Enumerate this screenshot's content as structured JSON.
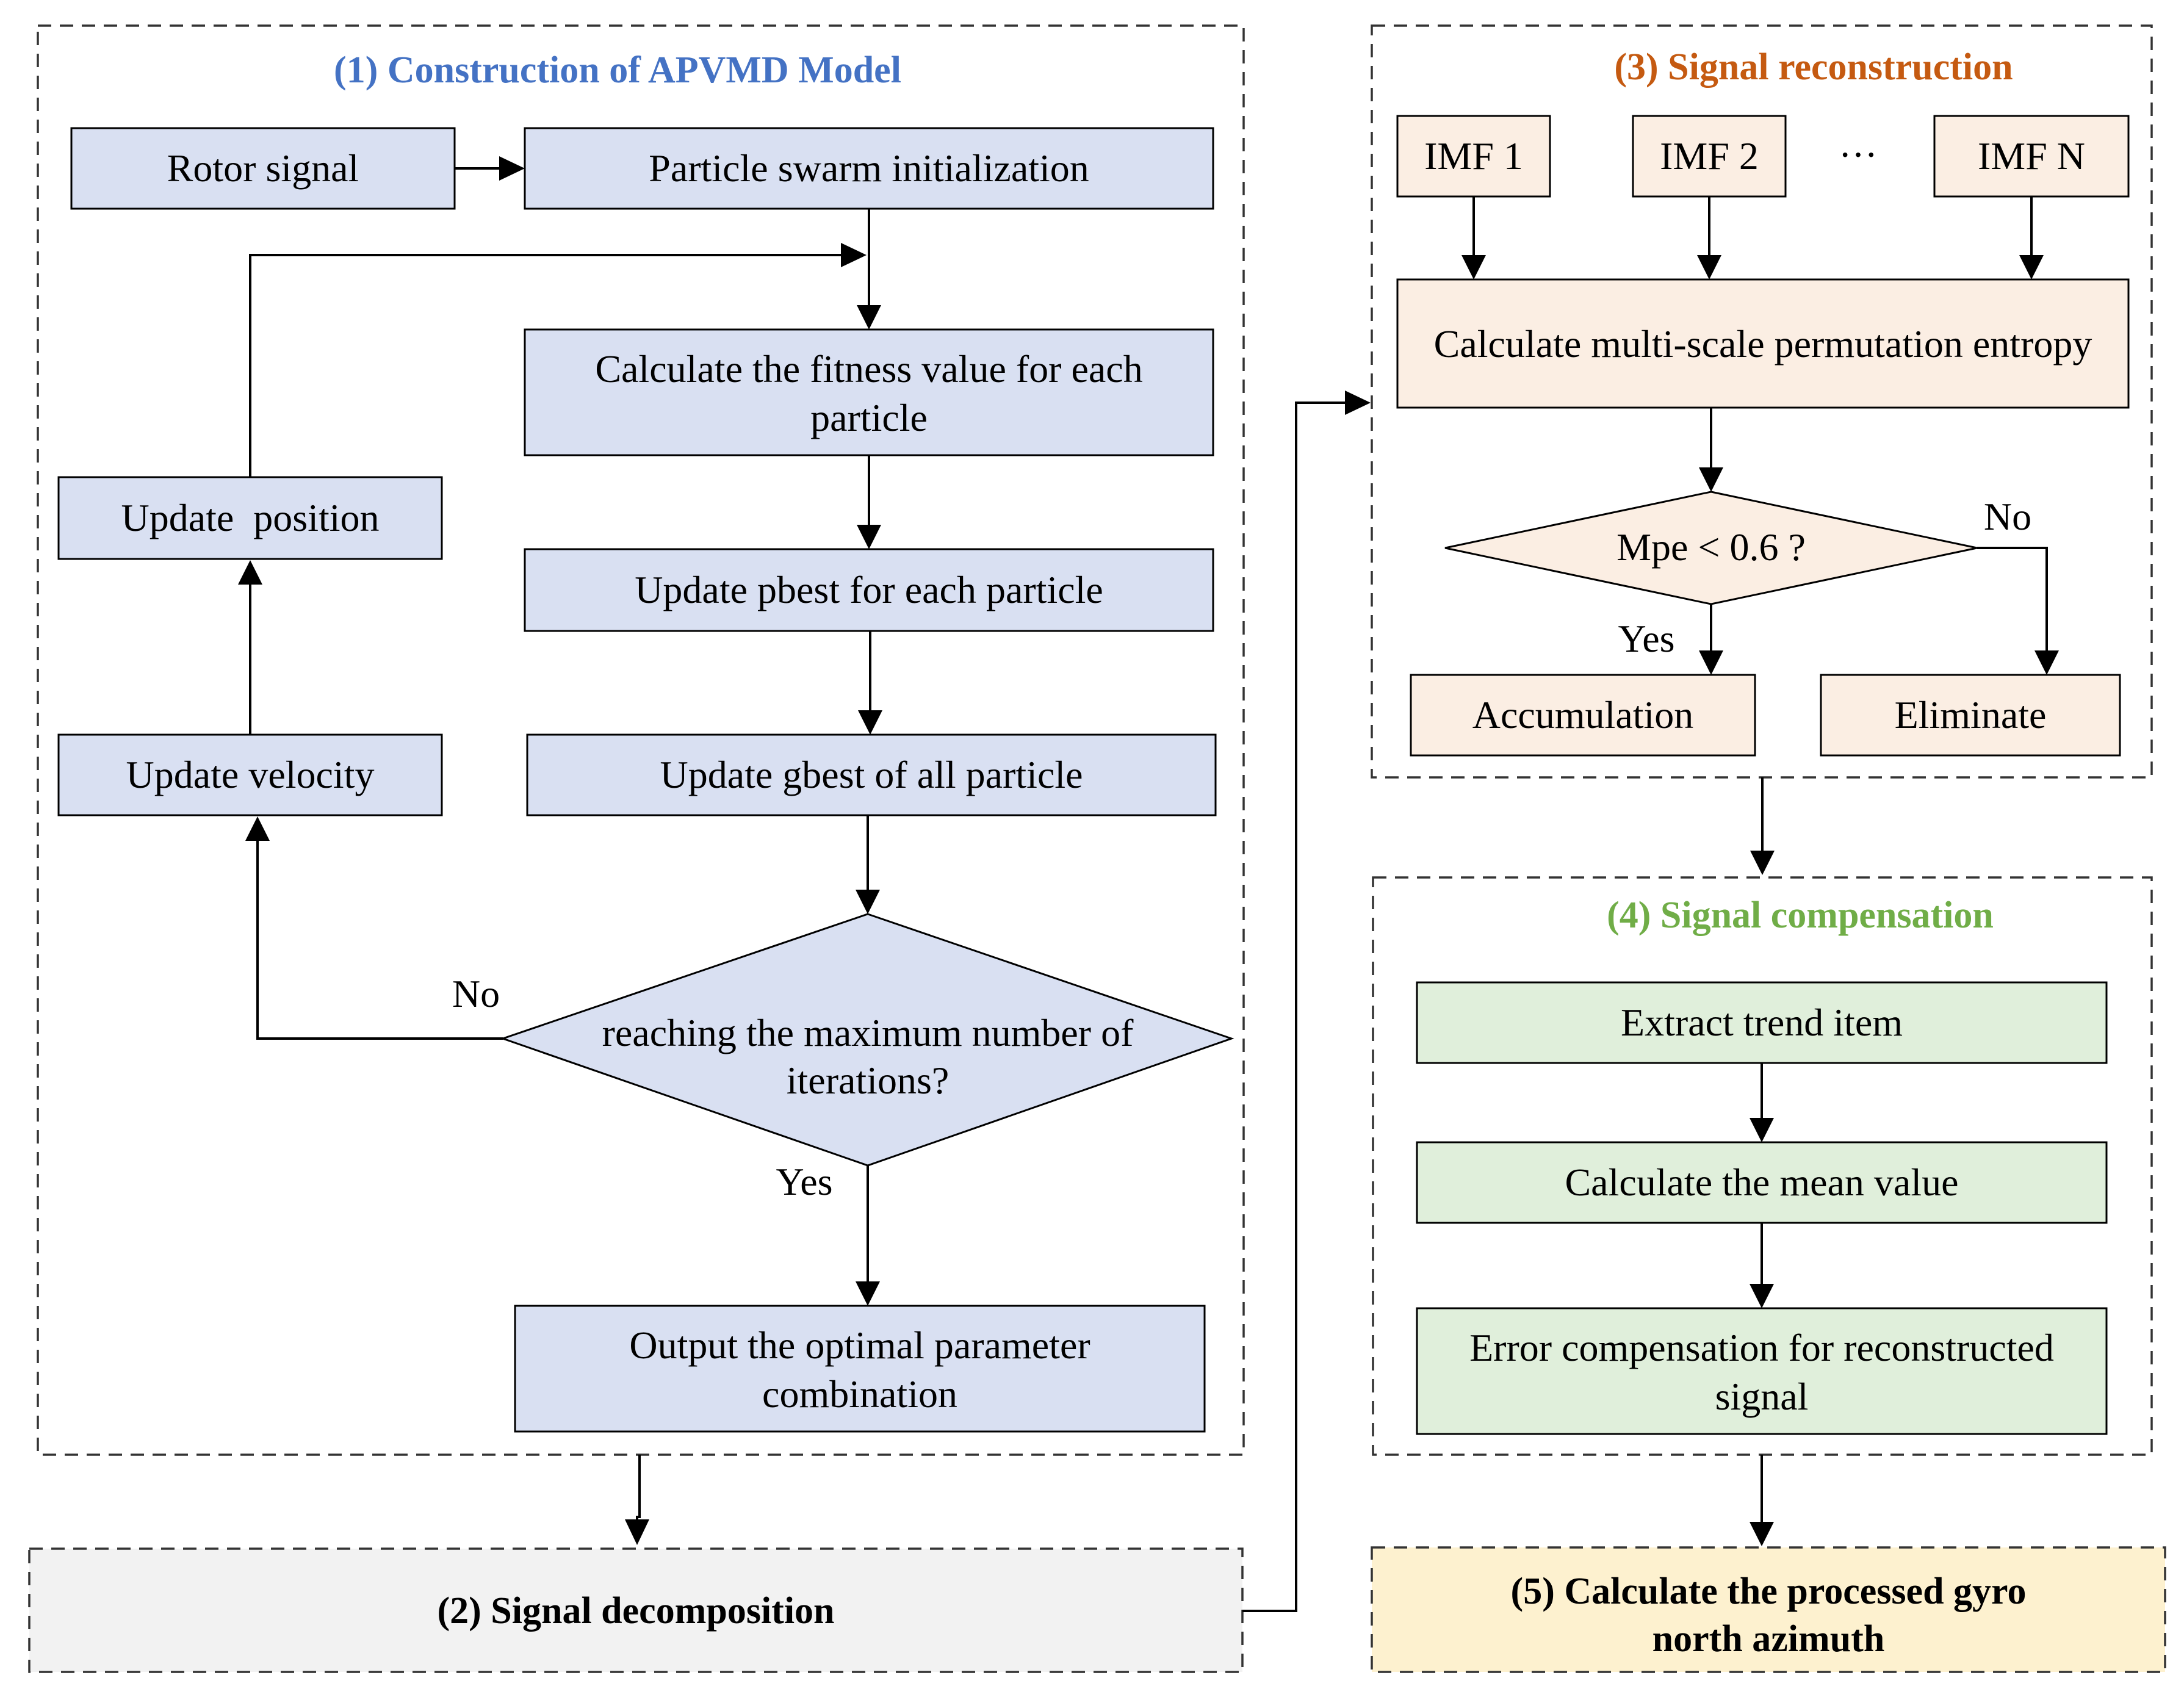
{
  "colors": {
    "section1_title": "#4472c4",
    "section3_title": "#c55a11",
    "section4_title": "#70ad47",
    "blue_fill": "#d9e0f2",
    "peach_fill": "#fbeee3",
    "green_fill": "#e0efdb",
    "gray_fill": "#f2f2f2",
    "yellow_fill": "#fdf1cf"
  },
  "section1": {
    "title": "(1) Construction of APVMD Model",
    "rotor_signal": "Rotor signal",
    "swarm_init": "Particle swarm initialization",
    "fitness_line1": "Calculate the fitness value for each",
    "fitness_line2": "particle",
    "update_position": "Update  position",
    "update_pbest": "Update pbest for each particle",
    "update_velocity": "Update velocity",
    "update_gbest": "Update gbest of all particle",
    "decision_line1": "reaching the maximum number of",
    "decision_line2": "iterations?",
    "no_label": "No",
    "yes_label": "Yes",
    "output_line1": "Output the optimal parameter",
    "output_line2": "combination"
  },
  "section2": {
    "title": "(2) Signal decomposition"
  },
  "section3": {
    "title": "(3) Signal reconstruction",
    "imf1": "IMF 1",
    "imf2": "IMF 2",
    "ellipsis": "···",
    "imfn": "IMF N",
    "mpe_calc": "Calculate multi-scale permutation entropy",
    "decision": "Mpe < 0.6 ?",
    "no_label": "No",
    "yes_label": "Yes",
    "accumulation": "Accumulation",
    "eliminate": "Eliminate"
  },
  "section4": {
    "title": "(4) Signal compensation",
    "extract": "Extract trend item",
    "mean": "Calculate the mean value",
    "error_line1": "Error compensation for reconstructed",
    "error_line2": "signal"
  },
  "section5": {
    "title_line1": "(5) Calculate the processed gyro",
    "title_line2": "north azimuth"
  }
}
